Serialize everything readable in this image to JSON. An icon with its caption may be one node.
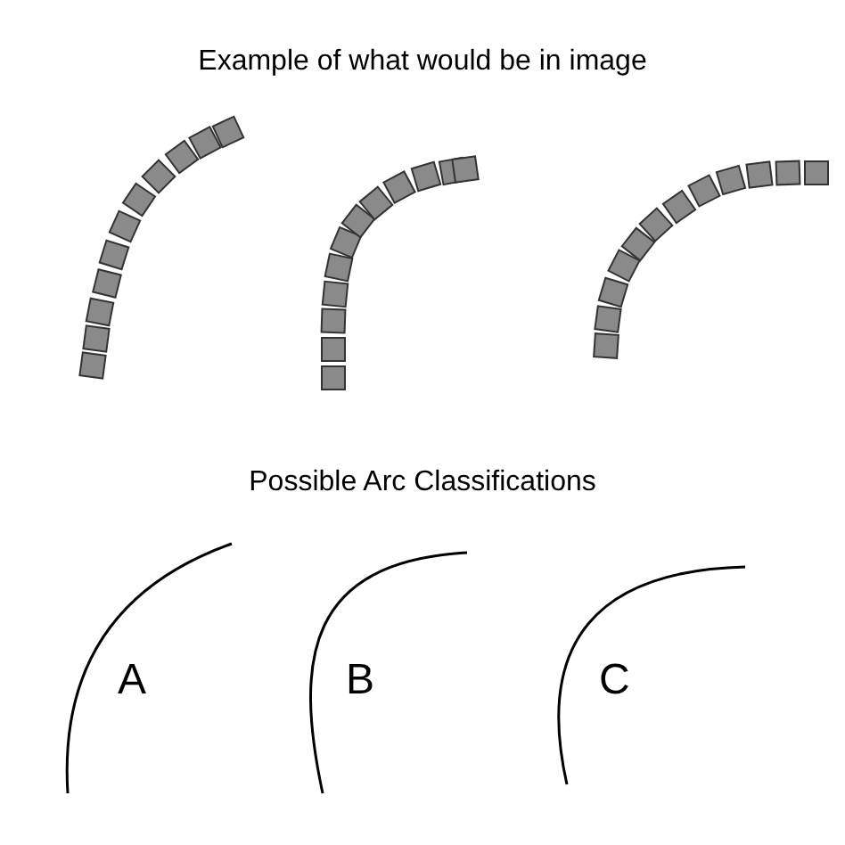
{
  "diagram": {
    "title": "Example of what would be in image",
    "labels": [
      "Possible Arc Classifications",
      "A",
      "B",
      "C"
    ]
  }
}
